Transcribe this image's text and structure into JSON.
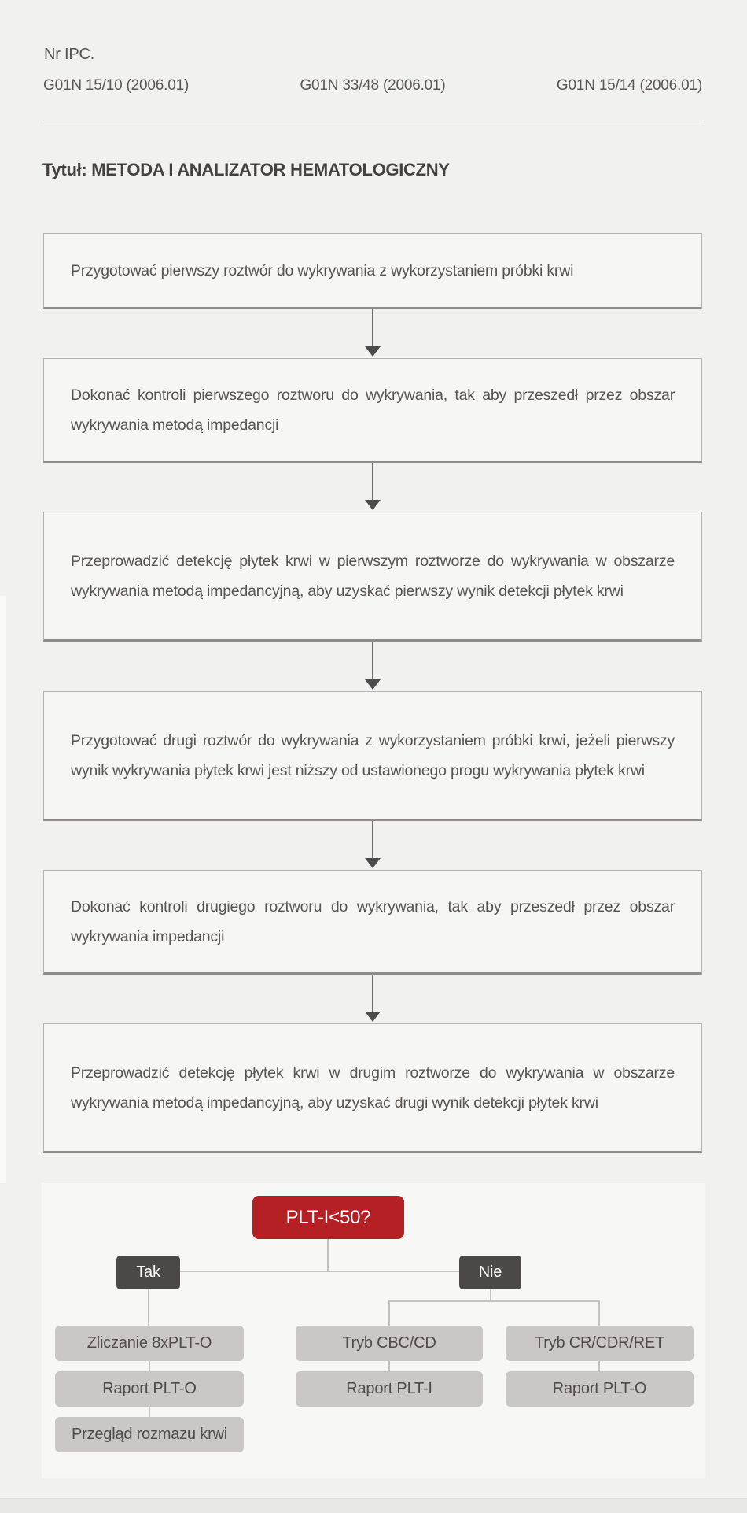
{
  "header": {
    "ipc_label": "Nr IPC.",
    "ipc_codes": [
      "G01N 15/10 (2006.01)",
      "G01N 33/48 (2006.01)",
      "G01N 15/14 (2006.01)"
    ],
    "title": "Tytuł: METODA I ANALIZATOR HEMATOLOGICZNY"
  },
  "flowchart": {
    "steps": [
      "Przygotować pierwszy roztwór do wykrywania z wykorzystaniem próbki krwi",
      "Dokonać kontroli pierwszego roztworu do wykrywania, tak aby przeszedł przez obszar wykrywania metodą impedancji",
      "Przeprowadzić detekcję płytek krwi w pierwszym roztworze do wykrywania w obszarze wykrywania metodą impedancyjną, aby uzyskać pierwszy wynik detekcji płytek krwi",
      "Przygotować drugi roztwór do wykrywania z wykorzystaniem próbki krwi, jeżeli pierwszy wynik wykrywania płytek krwi jest niższy od ustawionego progu wykrywania płytek krwi",
      "Dokonać kontroli drugiego roztworu do wykrywania, tak aby przeszedł przez obszar wykrywania impedancji",
      "Przeprowadzić detekcję płytek krwi w drugim roztworze do wykrywania w obszarze wykrywania metodą impedancyjną, aby uzyskać drugi wynik detekcji płytek krwi"
    ]
  },
  "decision_tree": {
    "root_label": "PLT-I<50?",
    "yes_label": "Tak",
    "no_label": "Nie",
    "yes_outcomes": [
      "Zliczanie 8xPLT-O",
      "Raport PLT-O",
      "Przegląd rozmazu krwi"
    ],
    "no_outcomes_left": [
      "Tryb CBC/CD",
      "Raport PLT-I"
    ],
    "no_outcomes_right": [
      "Tryb CR/CDR/RET",
      "Raport PLT-O"
    ]
  },
  "colors": {
    "page_background": "#f1f1f0",
    "tree_panel_background": "#f7f7f6",
    "step_box_background": "#f6f6f5",
    "step_box_border": "#8d8c8b",
    "root_node": "#b52025",
    "branch_node": "#4b4848",
    "outcome_node": "#c9c8c7",
    "connector": "#c3c2c1"
  }
}
